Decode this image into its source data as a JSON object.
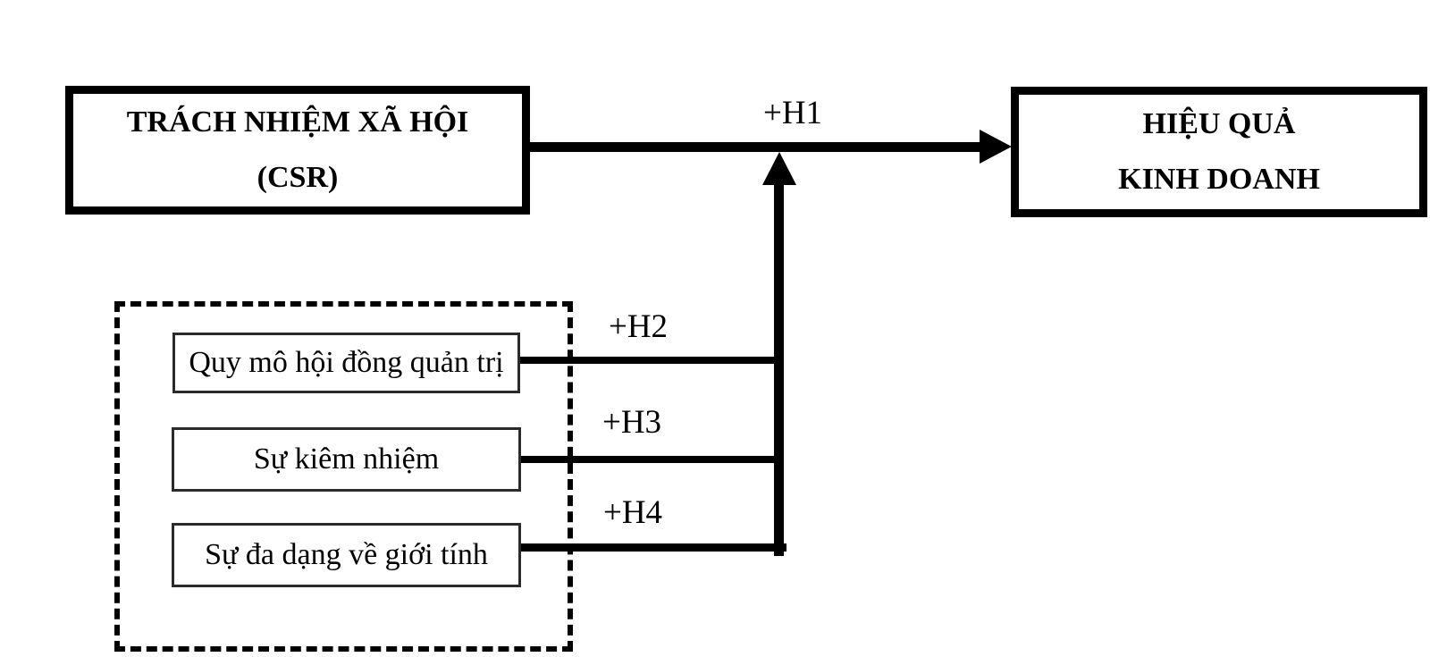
{
  "diagram": {
    "independent_box": {
      "line1": "TRÁCH NHIỆM XÃ HỘI",
      "line2": "(CSR)"
    },
    "dependent_box": {
      "line1": "HIỆU QUẢ",
      "line2": "KINH DOANH"
    },
    "moderator_group": {
      "items": [
        "Quy mô hội đồng quản trị",
        "Sự kiêm nhiệm",
        "Sự đa dạng về giới tính"
      ]
    },
    "hypothesis_labels": {
      "h1": "+H1",
      "h2": "+H2",
      "h3": "+H3",
      "h4": "+H4"
    },
    "colors": {
      "ink": "#000000",
      "background": "#ffffff"
    }
  }
}
